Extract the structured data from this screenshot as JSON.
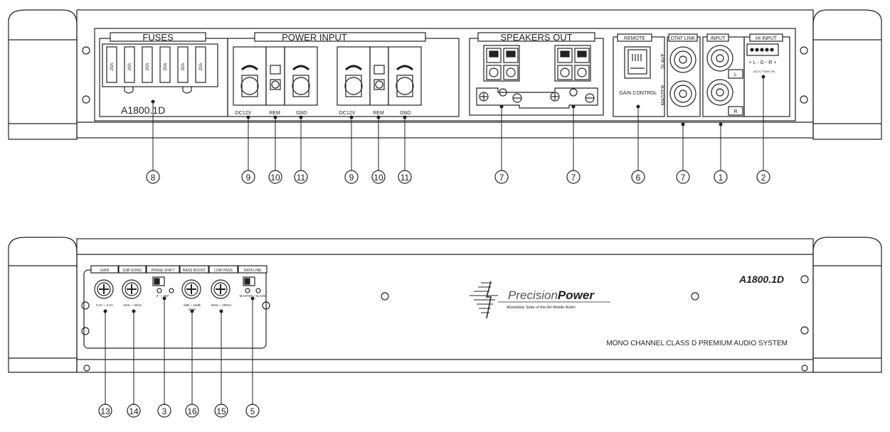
{
  "top_panel": {
    "fuses_label": "FUSES",
    "fuse_ratings": [
      "20A",
      "20A",
      "20A",
      "20A",
      "20A",
      "20A"
    ],
    "model": "A1800.1D",
    "power_input_label": "POWER INPUT",
    "terminal_labels": [
      "DC12V",
      "REM",
      "GND",
      "DC12V",
      "REM",
      "GND"
    ],
    "speakers_out_label": "SPEAKERS OUT",
    "remote_label": "REMOTE",
    "gain_control_label": "GAIN CONTROL",
    "dtat_link_label": "DTAT LINK",
    "slave_label": "SLAVE",
    "master_label": "MASTER",
    "input_label": "INPUT",
    "hi_input_label": "HI INPUT",
    "hi_input_pins": "+ L - G - R +",
    "auto_turn_on": "AUTO TURN ON",
    "channel_l": "L",
    "channel_r": "R",
    "callouts": [
      "8",
      "9",
      "10",
      "11",
      "9",
      "10",
      "11",
      "7",
      "7",
      "6",
      "7",
      "1",
      "2"
    ]
  },
  "bottom_panel": {
    "control_labels": [
      "GAIN",
      "SUB SONIC",
      "PHASE SHIFT",
      "BASS BOOST",
      "LOW PASS",
      "DATA LINK"
    ],
    "control_ranges": [
      "0.2V ~ 2.2V",
      "10Hz ~ 50Hz",
      "0° ~ 180°",
      "0dB ~ 18dB",
      "50Hz ~ 200Hz",
      "MASTER / SLAVE"
    ],
    "bass_boost_freq": "45Hz",
    "brand_thin": "Precision",
    "brand_bold": "Power",
    "tagline": "Absolutely State of the Art Mobile Audio",
    "model": "A1800.1D",
    "system_name": "MONO CHANNEL CLASS D PREMIUM AUDIO SYSTEM",
    "callouts": [
      "13",
      "14",
      "3",
      "16",
      "15",
      "5"
    ]
  }
}
